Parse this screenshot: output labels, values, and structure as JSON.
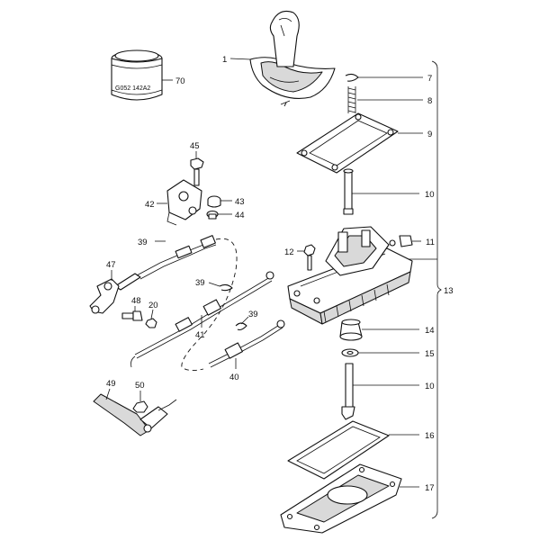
{
  "part_numbers": {
    "p1": "1",
    "p7": "7",
    "p8": "8",
    "p9": "9",
    "p10a": "10",
    "p10b": "10",
    "p11": "11",
    "p12": "12",
    "p13": "13",
    "p14": "14",
    "p15": "15",
    "p16": "16",
    "p17": "17",
    "p20": "20",
    "p39a": "39",
    "p39b": "39",
    "p39c": "39",
    "p40": "40",
    "p41": "41",
    "p42": "42",
    "p43": "43",
    "p44": "44",
    "p45": "45",
    "p47": "47",
    "p48": "48",
    "p49": "49",
    "p50": "50",
    "p70": "70"
  },
  "seal_text": "G052 142A2"
}
